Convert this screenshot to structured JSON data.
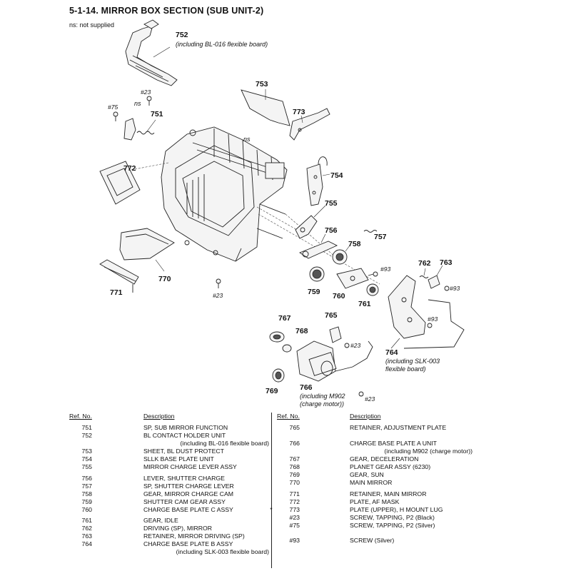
{
  "header": {
    "title": "5-1-14. MIRROR  BOX  SECTION (SUB  UNIT-2)",
    "note": "ns: not supplied"
  },
  "diagram": {
    "callouts": [
      {
        "id": "752",
        "text": "752",
        "sub": "(including BL-016 flexible board)"
      },
      {
        "id": "753",
        "text": "753"
      },
      {
        "id": "751",
        "text": "751"
      },
      {
        "id": "773",
        "text": "773"
      },
      {
        "id": "772",
        "text": "772"
      },
      {
        "id": "754",
        "text": "754"
      },
      {
        "id": "755",
        "text": "755"
      },
      {
        "id": "756",
        "text": "756"
      },
      {
        "id": "757",
        "text": "757"
      },
      {
        "id": "758",
        "text": "758"
      },
      {
        "id": "762",
        "text": "762"
      },
      {
        "id": "763",
        "text": "763"
      },
      {
        "id": "770",
        "text": "770"
      },
      {
        "id": "771",
        "text": "771"
      },
      {
        "id": "759",
        "text": "759"
      },
      {
        "id": "760",
        "text": "760"
      },
      {
        "id": "761",
        "text": "761"
      },
      {
        "id": "767",
        "text": "767"
      },
      {
        "id": "765",
        "text": "765"
      },
      {
        "id": "768",
        "text": "768"
      },
      {
        "id": "764",
        "text": "764",
        "sub": "(including SLK-003",
        "sub2": "flexible board)"
      },
      {
        "id": "769",
        "text": "769"
      },
      {
        "id": "766",
        "text": "766",
        "sub": "(including M902",
        "sub2": "(charge motor))"
      }
    ],
    "screws": {
      "s23a": "#23",
      "s75": "#75",
      "s23b": "#23",
      "s93a": "#93",
      "s93b": "#93",
      "s93c": "#93",
      "s23c": "#23",
      "s23d": "#23"
    },
    "ns_labels": {
      "ns1": "ns",
      "ns2": "ns"
    }
  },
  "table": {
    "headers": {
      "ref": "Ref. No.",
      "desc": "Description"
    },
    "left": [
      {
        "ref": "751",
        "desc": "SP, SUB MIRROR FUNCTION"
      },
      {
        "ref": "752",
        "desc": "BL CONTACT HOLDER UNIT"
      },
      {
        "ref": "",
        "desc": "",
        "sub": "(including BL-016 flexible board)"
      },
      {
        "ref": "753",
        "desc": "SHEET, BL DUST PROTECT"
      },
      {
        "ref": "754",
        "desc": "SLLK BASE PLATE UNIT"
      },
      {
        "ref": "755",
        "desc": "MIRROR CHARGE LEVER ASSY"
      },
      {
        "ref": "756",
        "desc": "LEVER, SHUTTER CHARGE"
      },
      {
        "ref": "757",
        "desc": "SP, SHUTTER CHARGE LEVER"
      },
      {
        "ref": "758",
        "desc": "GEAR, MIRROR CHARGE CAM"
      },
      {
        "ref": "759",
        "desc": "SHUTTER CAM GEAR ASSY"
      },
      {
        "ref": "760",
        "desc": "CHARGE BASE PLATE C ASSY"
      },
      {
        "ref": "761",
        "desc": "GEAR, IDLE"
      },
      {
        "ref": "762",
        "desc": "DRIVING (SP), MIRROR"
      },
      {
        "ref": "763",
        "desc": "RETAINER, MIRROR DRIVING (SP)"
      },
      {
        "ref": "764",
        "desc": "CHARGE BASE PLATE B ASSY"
      },
      {
        "ref": "",
        "desc": "",
        "sub": "(including SLK-003 flexible board)"
      }
    ],
    "right": [
      {
        "ref": "765",
        "desc": "RETAINER, ADJUSTMENT PLATE"
      },
      {
        "ref": "766",
        "desc": "CHARGE BASE PLATE A UNIT"
      },
      {
        "ref": "",
        "desc": "",
        "sub": "(including M902 (charge motor))"
      },
      {
        "ref": "767",
        "desc": "GEAR, DECELERATION"
      },
      {
        "ref": "768",
        "desc": "PLANET GEAR ASSY (6230)"
      },
      {
        "ref": "769",
        "desc": "GEAR, SUN"
      },
      {
        "ref": "770",
        "desc": "MAIN MIRROR"
      },
      {
        "ref": "771",
        "desc": "RETAINER, MAIN MIRROR"
      },
      {
        "ref": "772",
        "desc": "PLATE, AF MASK"
      },
      {
        "ref": "773",
        "desc": "PLATE (UPPER), H MOUNT LUG",
        "mark": "*"
      },
      {
        "ref": "#23",
        "desc": "SCREW, TAPPING, P2 (Black)"
      },
      {
        "ref": "#75",
        "desc": "SCREW, TAPPING, P2 (Silver)"
      },
      {
        "ref": "#93",
        "desc": "SCREW (Silver)"
      }
    ]
  }
}
